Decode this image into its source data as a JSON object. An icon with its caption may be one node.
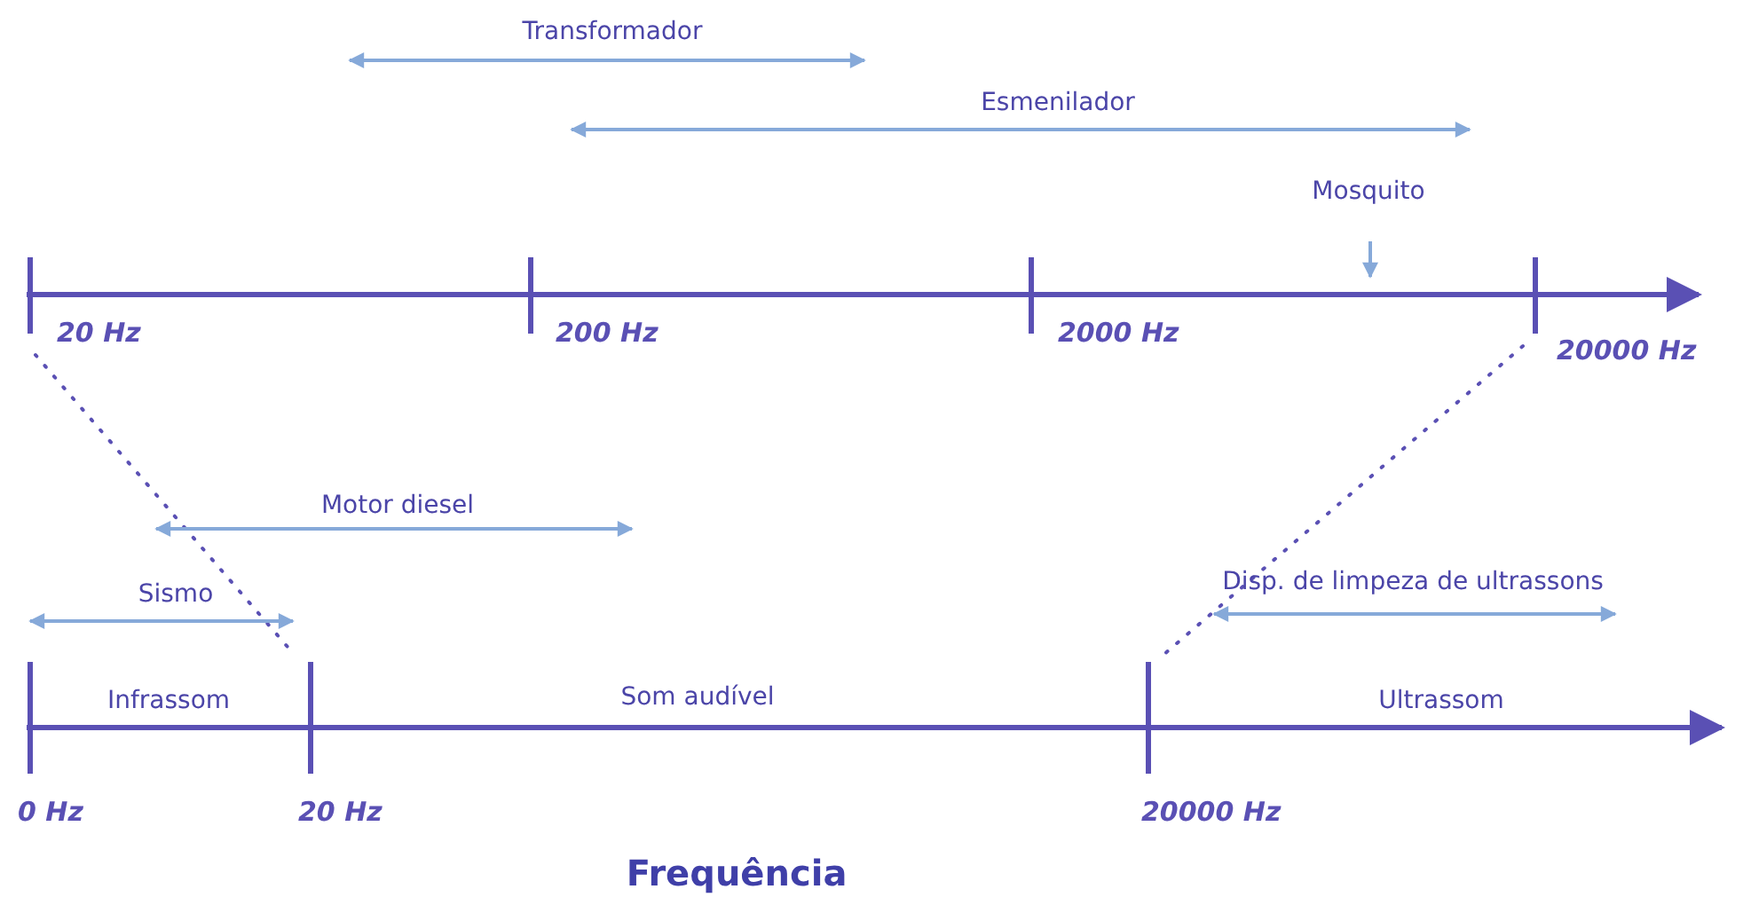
{
  "diagram": {
    "caption": "Frequência",
    "labels": [
      "Transformador",
      "Esmenilador",
      "Mosquito",
      "20 Hz",
      "200 Hz",
      "2000 Hz",
      "20000 Hz",
      "Motor diesel",
      "Sismo",
      "Disp. de limpeza de ultrassons",
      "Infrassom",
      "Som audível",
      "Ultrassom",
      "0 Hz",
      "20 Hz",
      "20000 Hz"
    ]
  }
}
